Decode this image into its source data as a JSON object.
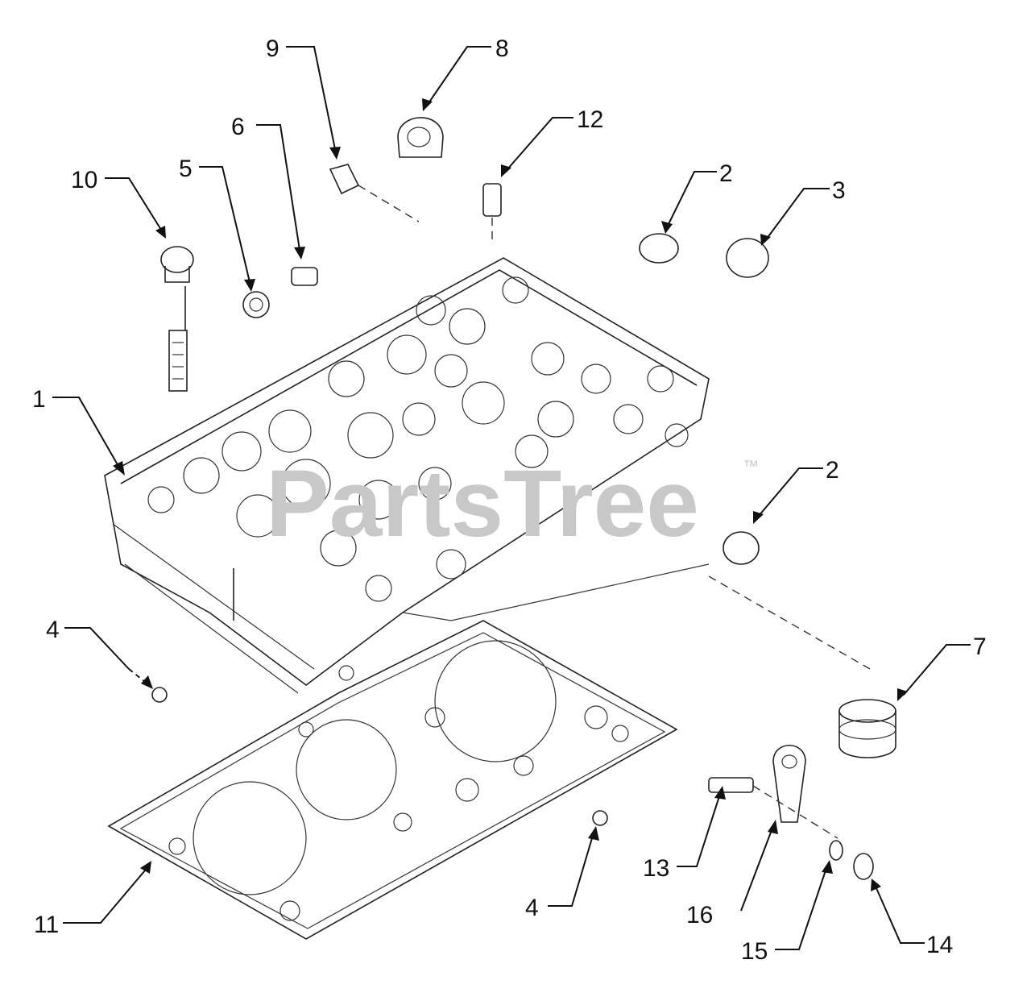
{
  "watermark": {
    "brand": "PartsTree",
    "trademark": "™"
  },
  "callouts": [
    {
      "id": "c1",
      "label": "1"
    },
    {
      "id": "c2a",
      "label": "2"
    },
    {
      "id": "c2b",
      "label": "2"
    },
    {
      "id": "c3",
      "label": "3"
    },
    {
      "id": "c4a",
      "label": "4"
    },
    {
      "id": "c4b",
      "label": "4"
    },
    {
      "id": "c5",
      "label": "5"
    },
    {
      "id": "c6",
      "label": "6"
    },
    {
      "id": "c7",
      "label": "7"
    },
    {
      "id": "c8",
      "label": "8"
    },
    {
      "id": "c9",
      "label": "9"
    },
    {
      "id": "c10",
      "label": "10"
    },
    {
      "id": "c11",
      "label": "11"
    },
    {
      "id": "c12",
      "label": "12"
    },
    {
      "id": "c13",
      "label": "13"
    },
    {
      "id": "c14",
      "label": "14"
    },
    {
      "id": "c15",
      "label": "15"
    },
    {
      "id": "c16",
      "label": "16"
    }
  ]
}
